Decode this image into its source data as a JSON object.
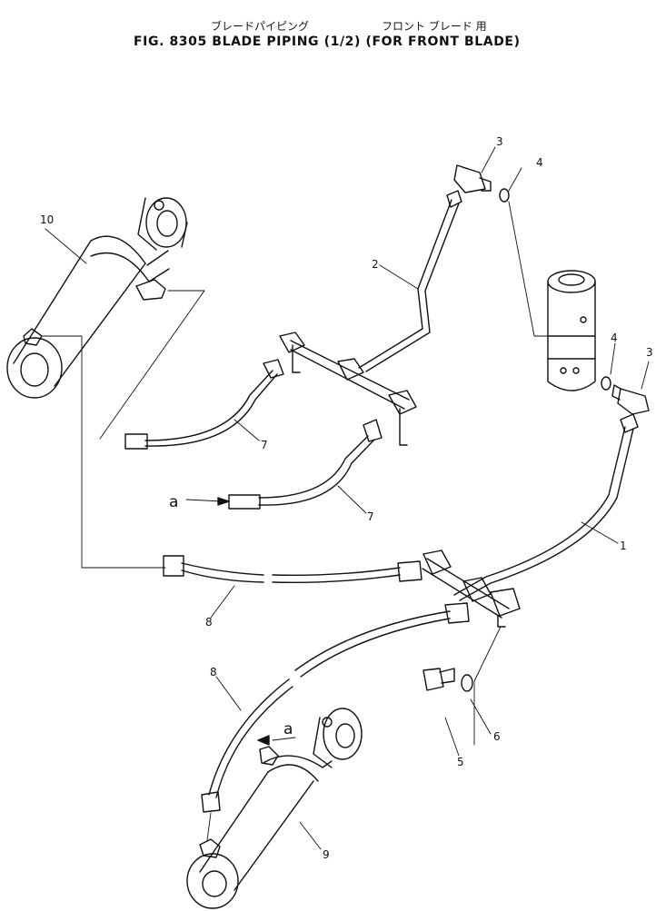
{
  "title": {
    "jp_left": "ブレードパイピング",
    "jp_right": "フロント ブレード 用",
    "en": "FIG. 8305  BLADE PIPING (1/2) (FOR FRONT BLADE)"
  },
  "callouts": [
    "1",
    "2",
    "3",
    "3",
    "4",
    "4",
    "5",
    "6",
    "7",
    "7",
    "8",
    "8",
    "9",
    "10"
  ],
  "reference_labels": [
    "a",
    "a"
  ]
}
